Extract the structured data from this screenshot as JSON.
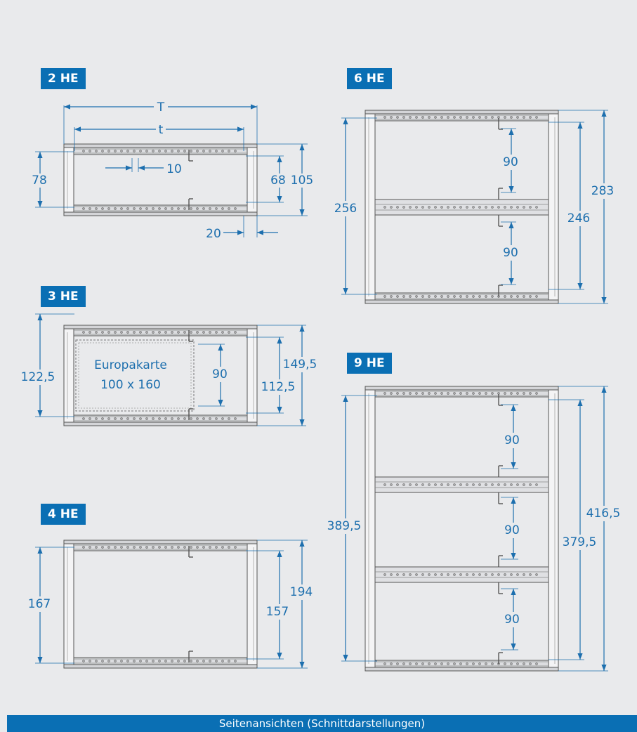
{
  "badges": {
    "he2": "2 HE",
    "he3": "3 HE",
    "he4": "4 HE",
    "he6": "6 HE",
    "he9": "9 HE"
  },
  "footer": "Seitenansichten (Schnittdarstellungen)",
  "colors": {
    "accent": "#0a6fb4",
    "dimension": "#1d6fae",
    "background": "#e9eaec",
    "line": "#555555"
  },
  "dims": {
    "he2": {
      "T": "T",
      "t": "t",
      "pitch": "10",
      "left": "78",
      "inner": "68",
      "outer": "105",
      "rail": "20"
    },
    "he3": {
      "left": "122,5",
      "card_title": "Europakarte",
      "card_size": "100 x 160",
      "card_gap": "90",
      "inner": "112,5",
      "outer": "149,5"
    },
    "he4": {
      "left": "167",
      "inner": "157",
      "outer": "194"
    },
    "he6": {
      "left": "256",
      "gap1": "90",
      "gap2": "90",
      "inner": "246",
      "outer": "283"
    },
    "he9": {
      "left": "389,5",
      "gap1": "90",
      "gap2": "90",
      "gap3": "90",
      "inner": "379,5",
      "outer": "416,5"
    }
  }
}
